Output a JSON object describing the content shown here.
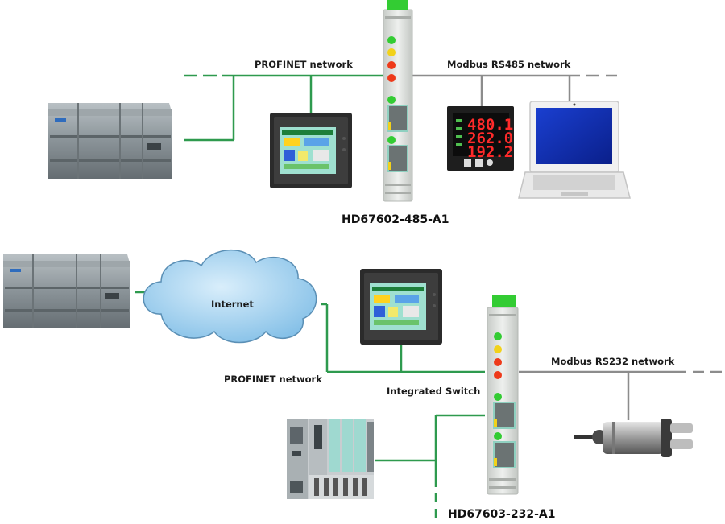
{
  "labels": {
    "profinet_top": "PROFINET network",
    "modbus_rs485": "Modbus RS485 network",
    "device_top": "HD67602-485-A1",
    "internet": "Internet",
    "profinet_bottom": "PROFINET network",
    "integrated_switch": "Integrated Switch",
    "modbus_rs232": "Modbus RS232 network",
    "device_bottom": "HD67603-232-A1"
  },
  "meter_readings": [
    "480.1",
    "262.0",
    "192.2"
  ],
  "colors": {
    "profinet_line": "#2e9a4e",
    "modbus_line": "#8c8c8c",
    "gateway_body": "#d8dcd8",
    "gateway_cap": "#33cc33",
    "led_green": "#33cc33",
    "led_yellow": "#f2d21a",
    "led_red": "#ee3a1a",
    "cloud_fill": "#9ed0ee"
  }
}
